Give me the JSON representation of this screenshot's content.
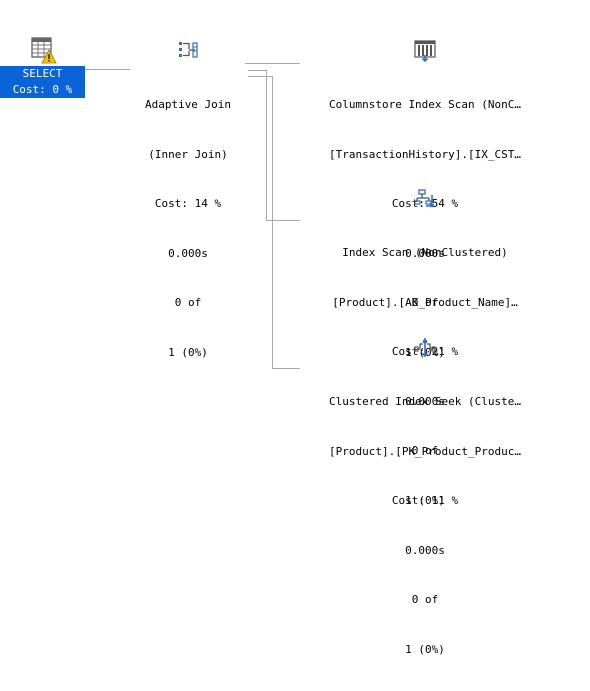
{
  "select": {
    "label": "SELECT",
    "cost": "Cost: 0 %"
  },
  "join": {
    "title": "Adaptive Join",
    "subtitle": "(Inner Join)",
    "cost": "Cost: 14 %",
    "time": "0.000s",
    "rows": "0 of",
    "est": "1 (0%)"
  },
  "op1": {
    "title": "Columnstore Index Scan (NonC…",
    "object": "[TransactionHistory].[IX_CST…",
    "cost": "Cost: 54 %",
    "time": "0.000s",
    "rows": "0 of",
    "est": "1 (0%)"
  },
  "op2": {
    "title": "Index Scan (NonClustered)",
    "object": "[Product].[AK_Product_Name]…",
    "cost": "Cost: 21 %",
    "time": "0.000s",
    "rows": "0 of",
    "est": "1 (0%)"
  },
  "op3": {
    "title": "Clustered Index Seek (Cluste…",
    "object": "[Product].[PK_Product_Produc…",
    "cost": "Cost: 11 %",
    "time": "0.000s",
    "rows": "0 of",
    "est": "1 (0%)"
  },
  "icons": {
    "select": "select-warning-icon",
    "join": "adaptive-join-icon",
    "op1": "columnstore-scan-icon",
    "op2": "index-scan-icon",
    "op3": "clustered-index-seek-icon"
  },
  "colors": {
    "selected": "#0a64d8",
    "connector": "#a9a9a9",
    "icon_blue": "#2f6fbf"
  }
}
